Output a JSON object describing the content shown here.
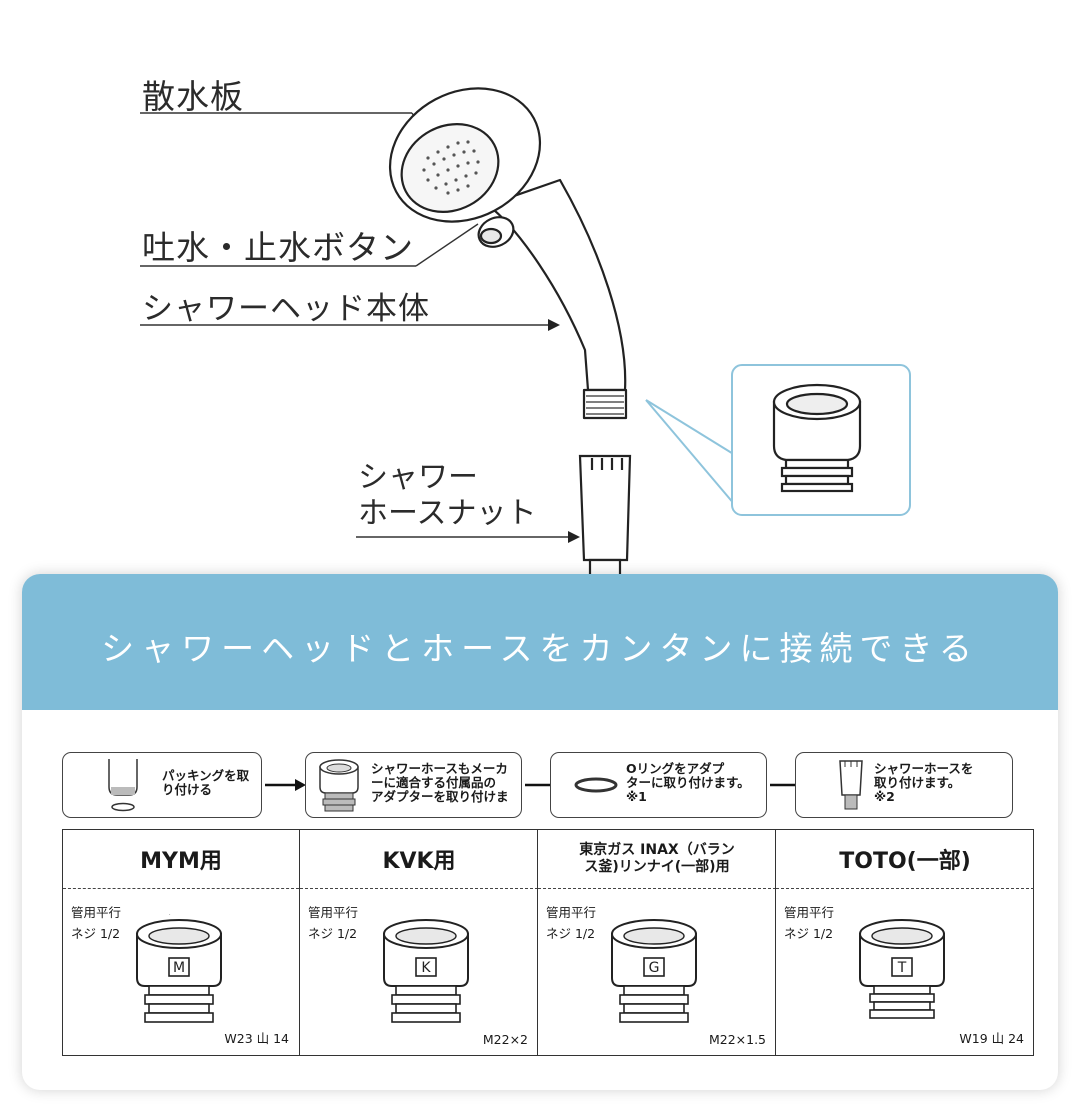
{
  "labels": {
    "sprinkler_plate": "散水板",
    "water_button": "吐水・止水ボタン",
    "shower_head_body": "シャワーヘッド本体",
    "hose_nut_line1": "シャワー",
    "hose_nut_line2": "ホースナット"
  },
  "banner": {
    "text": "シャワーヘッドとホースをカンタンに接続できる"
  },
  "steps": [
    {
      "lines": [
        "パッキングを取",
        "り付ける"
      ]
    },
    {
      "lines": [
        "シャワーホースもメーカ",
        "ーに適合する付属品の",
        "アダプターを取り付けま"
      ]
    },
    {
      "lines": [
        "Oリングをアダプ",
        "ターに取り付けます。",
        "※1"
      ]
    },
    {
      "lines": [
        "シャワーホースを",
        "取り付けます。",
        "※2"
      ]
    }
  ],
  "types": [
    {
      "title": "MYM用",
      "spec_top_1": "管用平行",
      "spec_top_2": "ネジ 1/2",
      "letter": "M",
      "spec_bottom": "W23 山 14"
    },
    {
      "title": "KVK用",
      "spec_top_1": "管用平行",
      "spec_top_2": "ネジ 1/2",
      "letter": "K",
      "spec_bottom": "M22×2"
    },
    {
      "title_1": "東京ガス INAX（バラン",
      "title_2": "ス釜)リンナイ(一部)用",
      "spec_top_1": "管用平行",
      "spec_top_2": "ネジ 1/2",
      "letter": "G",
      "spec_bottom": "M22×1.5"
    },
    {
      "title": "TOTO(一部)",
      "spec_top_1": "管用平行",
      "spec_top_2": "ネジ 1/2",
      "letter": "T",
      "spec_bottom": "W19 山 24"
    }
  ],
  "colors": {
    "banner": "#7fbcd8",
    "callout_border": "#8ec4dc"
  }
}
